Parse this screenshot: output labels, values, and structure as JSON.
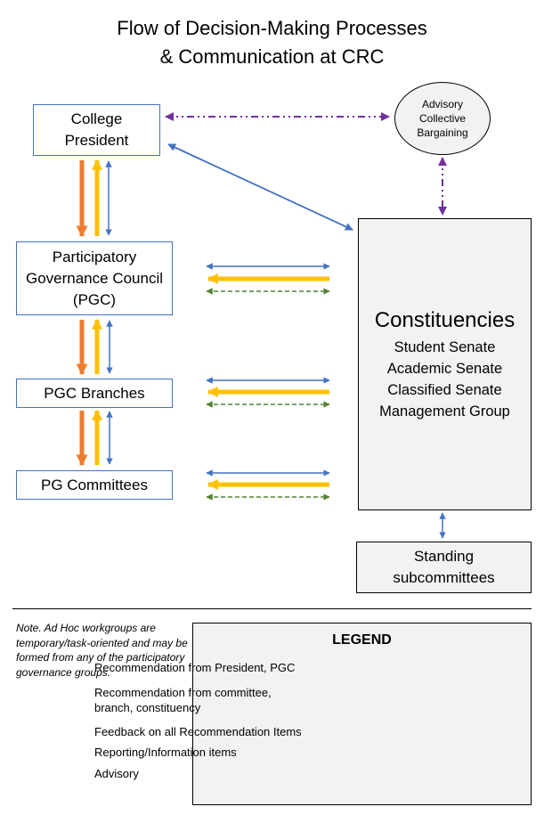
{
  "title": {
    "line1": "Flow of Decision-Making Processes",
    "line2": "& Communication at CRC"
  },
  "nodes": {
    "president": [
      "College",
      "President"
    ],
    "advisory": [
      "Advisory",
      "Collective",
      "Bargaining"
    ],
    "pgc": [
      "Participatory",
      "Governance Council",
      "(PGC)"
    ],
    "branches": "PGC Branches",
    "committees": "PG Committees",
    "constituencies": {
      "title": "Constituencies",
      "members": [
        "Student Senate",
        "Academic Senate",
        "Classified Senate",
        "Management Group"
      ]
    },
    "standing": [
      "Standing",
      "subcommittees"
    ]
  },
  "note": "Note. Ad Hoc workgroups are temporary/task-oriented and may be formed from any of the participatory governance groups.",
  "legend": {
    "title": "LEGEND",
    "items": [
      {
        "label": "Recommendation from President, PGC",
        "style": "orange"
      },
      {
        "label": "Recommendation from committee, branch, constituency",
        "style": "yellow"
      },
      {
        "label": "Feedback on all Recommendation Items",
        "style": "green-dashed"
      },
      {
        "label": "Reporting/Information items",
        "style": "blue"
      },
      {
        "label": "Advisory",
        "style": "purple-dashdot"
      }
    ]
  },
  "colors": {
    "orange": "#ed7d31",
    "yellow": "#ffc000",
    "green": "#548235",
    "blue": "#4472c4",
    "purple": "#7030a0",
    "box_border": "#4472c4",
    "gray_fill": "#f2f2f2"
  }
}
